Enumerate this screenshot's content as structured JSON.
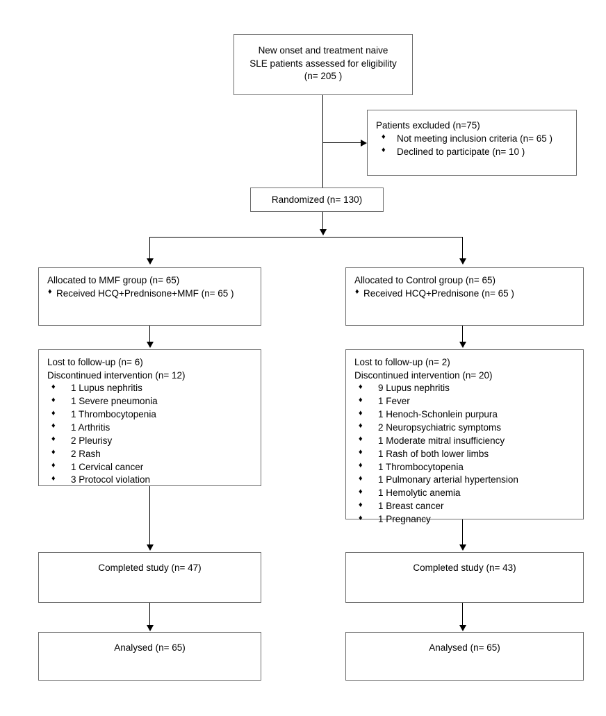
{
  "diagram": {
    "type": "consort-flow-diagram",
    "title": "CONSORT participant flow",
    "bullet_glyph": "♦",
    "line_color": "#000000",
    "box_border_color": "#6b6b6b",
    "background": "#ffffff"
  },
  "enrollment": {
    "assessed": {
      "line1": "New onset and treatment naive",
      "line2": "SLE patients assessed for eligibility",
      "line3": "(n= 205 )"
    },
    "excluded": {
      "header": "Patients excluded (n=75)",
      "items": [
        "Not meeting inclusion criteria (n= 65 )",
        "Declined to participate (n= 10 )"
      ]
    },
    "randomized": {
      "label": "Randomized (n= 130)"
    }
  },
  "arms": {
    "left": {
      "allocation": {
        "header": "Allocated to MMF group (n= 65)",
        "items": [
          "Received HCQ+Prednisone+MMF (n= 65 )"
        ]
      },
      "followup": {
        "line1": "Lost to follow-up (n= 6)",
        "line2": "Discontinued intervention (n= 12)",
        "items": [
          "1 Lupus nephritis",
          "1 Severe pneumonia",
          "1 Thrombocytopenia",
          "1 Arthritis",
          "2 Pleurisy",
          "2 Rash",
          "1 Cervical cancer",
          "3 Protocol violation"
        ]
      },
      "completed": {
        "label": "Completed study (n= 47)"
      },
      "analysed": {
        "label": "Analysed (n= 65)"
      }
    },
    "right": {
      "allocation": {
        "header": "Allocated to Control group (n= 65)",
        "items": [
          "Received HCQ+Prednisone (n= 65 )"
        ]
      },
      "followup": {
        "line1": "Lost to follow-up (n= 2)",
        "line2": "Discontinued intervention (n= 20)",
        "items": [
          "9 Lupus nephritis",
          "1 Fever",
          "1 Henoch-Schonlein purpura",
          "2 Neuropsychiatric symptoms",
          "1 Moderate mitral insufficiency",
          "1 Rash of both lower limbs",
          "1 Thrombocytopenia",
          "1 Pulmonary arterial hypertension",
          "1 Hemolytic anemia",
          "1 Breast cancer",
          "1 Pregnancy"
        ]
      },
      "completed": {
        "label": "Completed study (n= 43)"
      },
      "analysed": {
        "label": "Analysed (n= 65)"
      }
    }
  }
}
